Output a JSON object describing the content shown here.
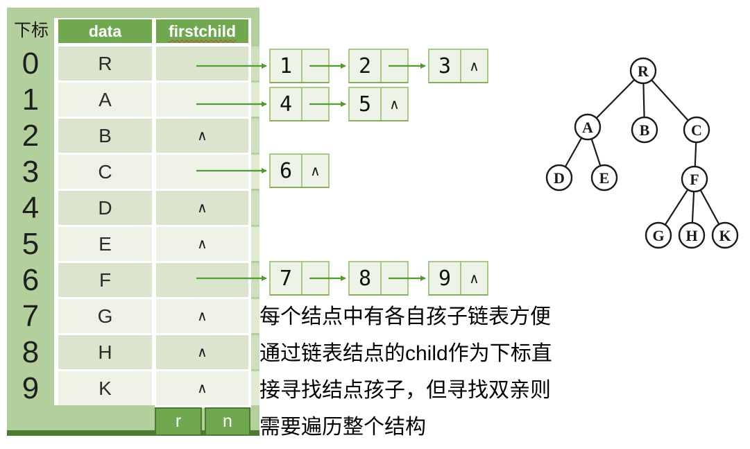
{
  "table": {
    "index_header": "下标",
    "columns": [
      "data",
      "firstchild"
    ],
    "null_symbol": "∧",
    "rows": [
      {
        "index": "0",
        "data": "R",
        "firstchild": "arrow"
      },
      {
        "index": "1",
        "data": "A",
        "firstchild": "arrow"
      },
      {
        "index": "2",
        "data": "B",
        "firstchild": "null"
      },
      {
        "index": "3",
        "data": "C",
        "firstchild": "arrow"
      },
      {
        "index": "4",
        "data": "D",
        "firstchild": "null"
      },
      {
        "index": "5",
        "data": "E",
        "firstchild": "null"
      },
      {
        "index": "6",
        "data": "F",
        "firstchild": "arrow"
      },
      {
        "index": "7",
        "data": "G",
        "firstchild": "null"
      },
      {
        "index": "8",
        "data": "H",
        "firstchild": "null"
      },
      {
        "index": "9",
        "data": "K",
        "firstchild": "null"
      }
    ],
    "footer_cells": [
      "r",
      "n"
    ]
  },
  "linked_lists": [
    {
      "from_row": 0,
      "nodes": [
        "1",
        "2",
        "3"
      ]
    },
    {
      "from_row": 1,
      "nodes": [
        "4",
        "5"
      ]
    },
    {
      "from_row": 3,
      "nodes": [
        "6"
      ]
    },
    {
      "from_row": 6,
      "nodes": [
        "7",
        "8",
        "9"
      ]
    }
  ],
  "tree": {
    "nodes": [
      "R",
      "A",
      "B",
      "C",
      "D",
      "E",
      "F",
      "G",
      "H",
      "K"
    ],
    "edges": [
      [
        "R",
        "A"
      ],
      [
        "R",
        "B"
      ],
      [
        "R",
        "C"
      ],
      [
        "A",
        "D"
      ],
      [
        "A",
        "E"
      ],
      [
        "C",
        "F"
      ],
      [
        "F",
        "G"
      ],
      [
        "F",
        "H"
      ],
      [
        "F",
        "K"
      ]
    ]
  },
  "caption_lines": [
    "每个结点中有各自孩子链表方便",
    "通过链表结点的child作为下标直",
    "接寻找结点孩子，但寻找双亲则",
    "需要遍历整个结构"
  ],
  "colors": {
    "header_green": "#6fa84e",
    "panel_green": "#b3cf9b",
    "row_dark": "#dbe5ce",
    "row_light": "#edf1e6",
    "box_fill": "#eef3e7",
    "box_border": "#a6c984",
    "arrow_green": "#4e9d2d",
    "footer_border_green": "#4c7a31",
    "spellcheck_red": "#d83a2e",
    "tree_ink": "#1a1a1a"
  }
}
